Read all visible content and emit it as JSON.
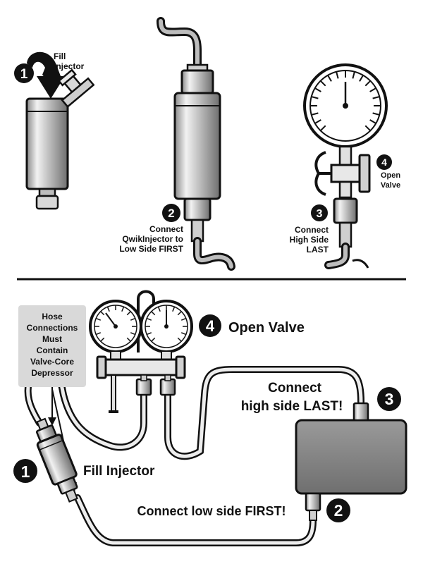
{
  "top": {
    "step1": {
      "number": "1",
      "label_lines": [
        "Fill",
        "Injector"
      ]
    },
    "step2": {
      "number": "2",
      "label_lines": [
        "Connect",
        "QwikInjector to",
        "Low Side FIRST"
      ]
    },
    "step3": {
      "number": "3",
      "label_lines": [
        "Connect",
        "High Side",
        "LAST"
      ]
    },
    "step4": {
      "number": "4",
      "label_lines": [
        "Open",
        "Valve"
      ]
    }
  },
  "bottom": {
    "note_lines": [
      "Hose",
      "Connections",
      "Must",
      "Contain",
      "Valve-Core",
      "Depressor"
    ],
    "step1": {
      "number": "1",
      "label": "Fill Injector"
    },
    "step2": {
      "number": "2",
      "label": "Connect low side FIRST!"
    },
    "step3": {
      "number": "3",
      "label_lines": [
        "Connect",
        "high side LAST!"
      ]
    },
    "step4": {
      "number": "4",
      "label": "Open Valve"
    }
  },
  "colors": {
    "ink": "#111111",
    "metal_light": "#e8e8e8",
    "metal_mid": "#bdbdbd",
    "metal_dark": "#8a8a8a",
    "note_bg": "#d9d9d9",
    "unit_body": "#7f7f7f"
  }
}
